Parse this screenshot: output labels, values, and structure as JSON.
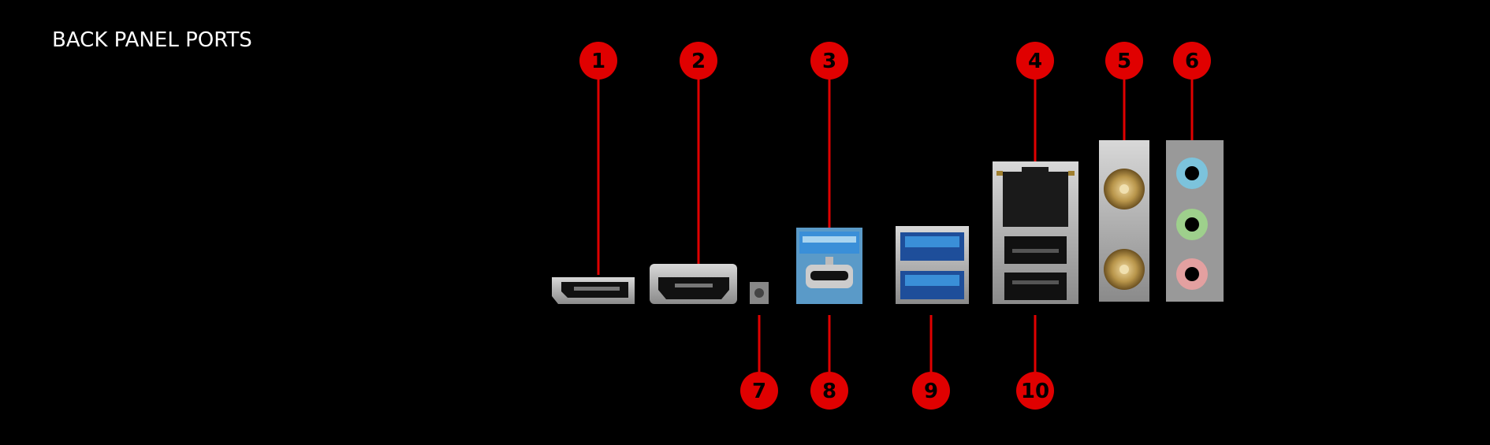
{
  "header": {
    "title": "BACK PANEL PORTS"
  },
  "callouts": {
    "c1": "1",
    "c2": "2",
    "c3": "3",
    "c4": "4",
    "c5": "5",
    "c6": "6",
    "c7": "7",
    "c8": "8",
    "c9": "9",
    "c10": "10"
  },
  "colors": {
    "callout_red": "#e00000",
    "usb3_blue": "#3a8fd8",
    "audio_blue": "#7cc3dc",
    "audio_green": "#9ed08c",
    "audio_pink": "#e3a0a0",
    "antenna_gold": "#b8954a"
  }
}
